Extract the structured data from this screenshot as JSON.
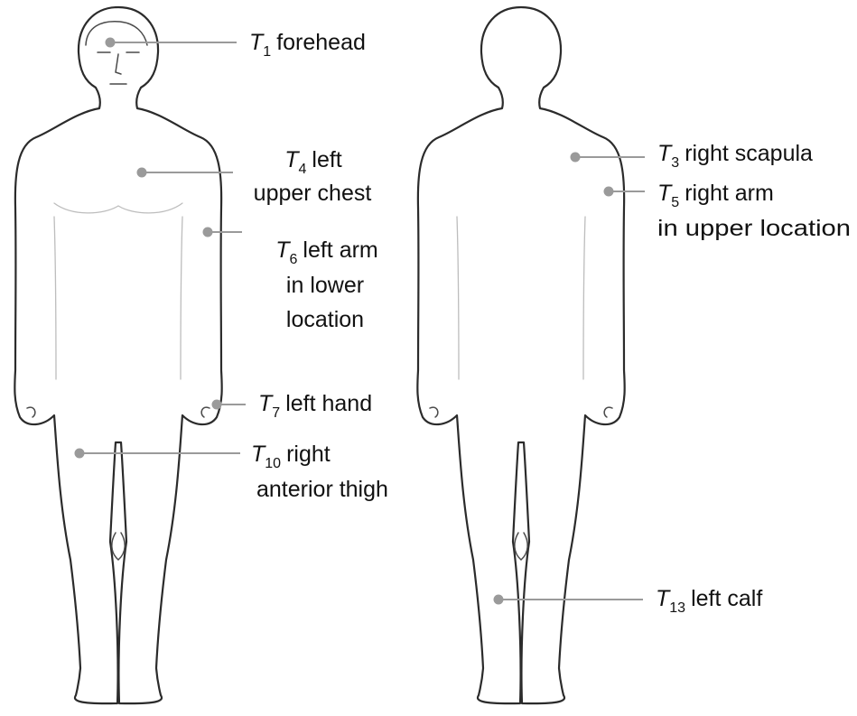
{
  "diagram": {
    "views": [
      "front-view",
      "back-view"
    ],
    "colors": {
      "outline": "#2b2b2b",
      "leader": "#9a9a9a",
      "text": "#111111"
    },
    "sensors": [
      {
        "id": "t1",
        "symbol": "T",
        "subscript": "1",
        "lines": [
          "forehead"
        ]
      },
      {
        "id": "t4",
        "symbol": "T",
        "subscript": "4",
        "lines": [
          "left",
          "upper chest"
        ]
      },
      {
        "id": "t6",
        "symbol": "T",
        "subscript": "6",
        "lines": [
          "left arm",
          "in lower",
          "location"
        ]
      },
      {
        "id": "t7",
        "symbol": "T",
        "subscript": "7",
        "lines": [
          "left hand"
        ]
      },
      {
        "id": "t10",
        "symbol": "T",
        "subscript": "10",
        "lines": [
          "right",
          "anterior thigh"
        ]
      },
      {
        "id": "t3",
        "symbol": "T",
        "subscript": "3",
        "lines": [
          "right scapula"
        ]
      },
      {
        "id": "t5",
        "symbol": "T",
        "subscript": "5",
        "lines": [
          "right arm",
          "in upper location"
        ]
      },
      {
        "id": "t13",
        "symbol": "T",
        "subscript": "13",
        "lines": [
          "left calf"
        ]
      }
    ]
  }
}
